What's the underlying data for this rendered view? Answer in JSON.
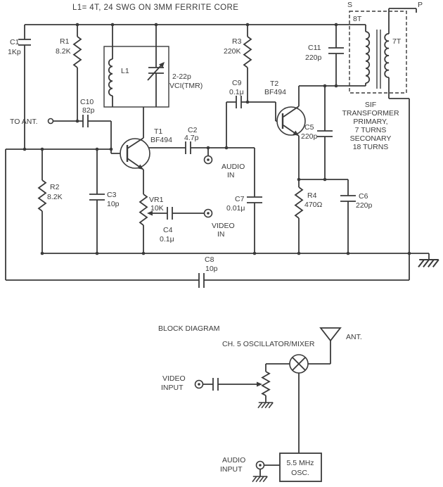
{
  "colors": {
    "ink": "#3a3a3a",
    "background": "#ffffff"
  },
  "schematic": {
    "title": "L1= 4T, 24 SWG ON 3MM FERRITE CORE",
    "terminals": {
      "s": "S",
      "p": "P",
      "to_ant": "TO ANT.",
      "audio_in_1": "AUDIO",
      "audio_in_2": "IN",
      "video_in_1": "VIDEO",
      "video_in_2": "IN"
    },
    "components": {
      "c1": {
        "ref": "C1",
        "value": "1Kp"
      },
      "r1": {
        "ref": "R1",
        "value": "8.2K"
      },
      "l1": {
        "ref": "L1"
      },
      "vc1": {
        "value": "2-22p",
        "name": "VCI(TMR)"
      },
      "c10": {
        "ref": "C10",
        "value": "82p"
      },
      "t1": {
        "ref": "T1",
        "value": "BF494"
      },
      "c2": {
        "ref": "C2",
        "value": "4.7p"
      },
      "r2": {
        "ref": "R2",
        "value": "8.2K"
      },
      "c3": {
        "ref": "C3",
        "value": "10p"
      },
      "vr1": {
        "ref": "VR1",
        "value": "10K"
      },
      "c4": {
        "ref": "C4",
        "value": "0.1μ"
      },
      "c7": {
        "ref": "C7",
        "value": "0.01μ"
      },
      "r3": {
        "ref": "R3",
        "value": "220K"
      },
      "c9": {
        "ref": "C9",
        "value": "0.1μ"
      },
      "t2": {
        "ref": "T2",
        "value": "BF494"
      },
      "c5": {
        "ref": "C5",
        "value": "220p"
      },
      "r4": {
        "ref": "R4",
        "value": "470Ω"
      },
      "c6": {
        "ref": "C6",
        "value": "220p"
      },
      "c11": {
        "ref": "C11",
        "value": "220p"
      },
      "c8": {
        "ref": "C8",
        "value": "10p"
      }
    },
    "transformer": {
      "primary_turns": "8T",
      "secondary_turns": "7T",
      "note_lines": [
        "SIF",
        "TRANSFORMER",
        "PRIMARY,",
        "7 TURNS",
        "SECONARY",
        "18 TURNS"
      ]
    }
  },
  "block_diagram": {
    "title": "BLOCK DIAGRAM",
    "mixer_label": "CH. 5 OSCILLATOR/MIXER",
    "ant_label": "ANT.",
    "video_input_1": "VIDEO",
    "video_input_2": "INPUT",
    "audio_input_1": "AUDIO",
    "audio_input_2": "INPUT",
    "osc_label_1": "5.5 MHz",
    "osc_label_2": "OSC."
  }
}
